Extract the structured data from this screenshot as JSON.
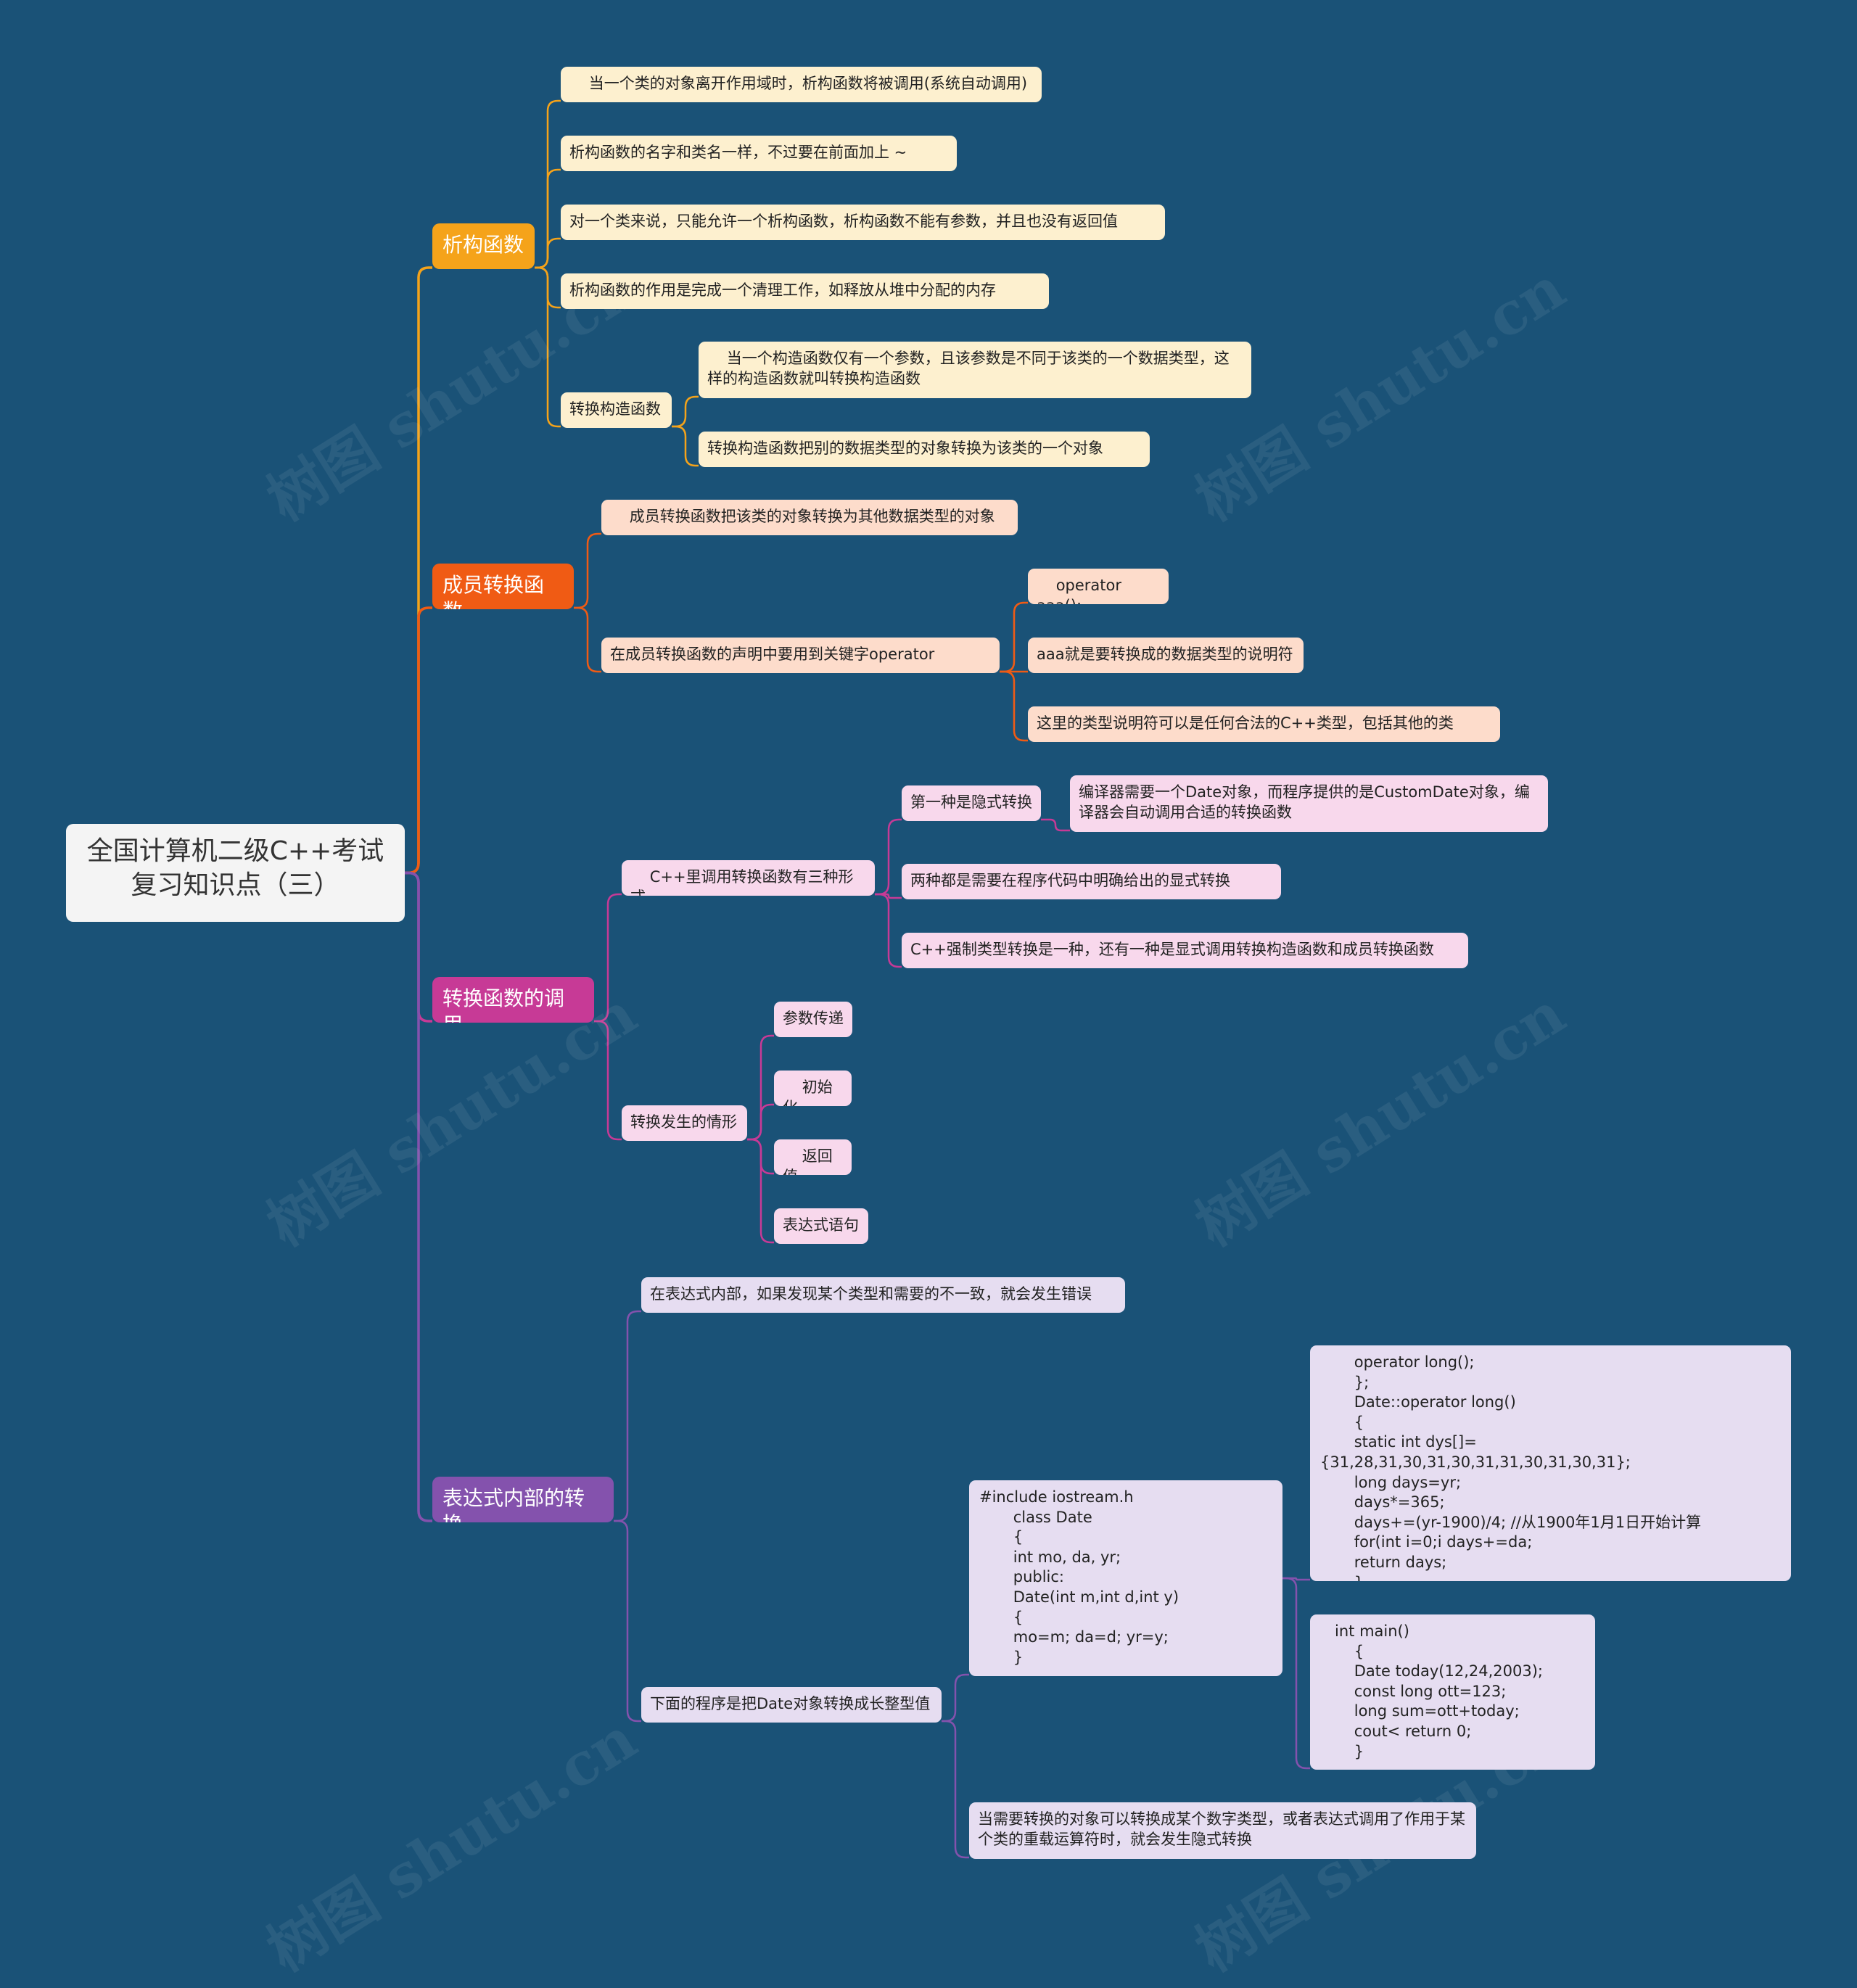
{
  "colors": {
    "background": "#1a5277",
    "branch_destructor": "#f5a31a",
    "branch_member_conversion": "#f05b14",
    "branch_conversion_call": "#c73a96",
    "branch_expression": "#8452ad"
  },
  "watermark": "树图 shutu.cn",
  "root": {
    "text": "全国计算机二级C++考试\n复习知识点（三）"
  },
  "branches": {
    "destructor": {
      "label": "析构函数",
      "items": [
        "    当一个类的对象离开作用域时，析构函数将被调用(系统自动调用)",
        "析构函数的名字和类名一样，不过要在前面加上 ~",
        "对一个类来说，只能允许一个析构函数，析构函数不能有参数，并且也没有返回值",
        "析构函数的作用是完成一个清理工作，如释放从堆中分配的内存"
      ],
      "conv_ctor": {
        "label": "转换构造函数",
        "items": [
          "    当一个构造函数仅有一个参数，且该参数是不同于该类的一个数据类型，这样的构造函数就叫转换构造函数",
          "转换构造函数把别的数据类型的对象转换为该类的一个对象"
        ]
      }
    },
    "member_conversion": {
      "label": "成员转换函数",
      "items": [
        "    成员转换函数把该类的对象转换为其他数据类型的对象"
      ],
      "operator": {
        "label": "在成员转换函数的声明中要用到关键字operator",
        "items": [
          "    operator aaa();",
          "aaa就是要转换成的数据类型的说明符",
          "这里的类型说明符可以是任何合法的C++类型，包括其他的类"
        ]
      }
    },
    "conversion_call": {
      "label": "转换函数的调用",
      "three_forms": {
        "label": "    C++里调用转换函数有三种形式",
        "implicit": {
          "label": "第一种是隐式转换",
          "detail": "编译器需要一个Date对象，而程序提供的是CustomDate对象，编译器会自动调用合适的转换函数"
        },
        "items": [
          "两种都是需要在程序代码中明确给出的显式转换",
          "C++强制类型转换是一种，还有一种是显式调用转换构造函数和成员转换函数"
        ]
      },
      "occasions": {
        "label": "转换发生的情形",
        "items": [
          "参数传递",
          "    初始化",
          "    返回值",
          "表达式语句"
        ]
      }
    },
    "expression": {
      "label": "表达式内部的转换",
      "item1": "在表达式内部，如果发现某个类型和需要的不一致，就会发生错误",
      "program": {
        "label": "下面的程序是把Date对象转换成长整型值",
        "code1": "#include iostream.h\n       class Date\n       {\n       int mo, da, yr;\n       public:\n       Date(int m,int d,int y)\n       {\n       mo=m; da=d; yr=y;\n       }",
        "code2": "       operator long();\n       };\n       Date::operator long()\n       {\n       static int dys[]={31,28,31,30,31,30,31,31,30,31,30,31};\n       long days=yr;\n       days*=365;\n       days+=(yr-1900)/4; //从1900年1月1日开始计算\n       for(int i=0;i days+=da;\n       return days;\n       }",
        "code3": "   int main()\n       {\n       Date today(12,24,2003);\n       const long ott=123;\n       long sum=ott+today;\n       cout< return 0;\n       }"
      },
      "item3": "当需要转换的对象可以转换成某个数字类型，或者表达式调用了作用于某个类的重载运算符时，就会发生隐式转换"
    }
  }
}
